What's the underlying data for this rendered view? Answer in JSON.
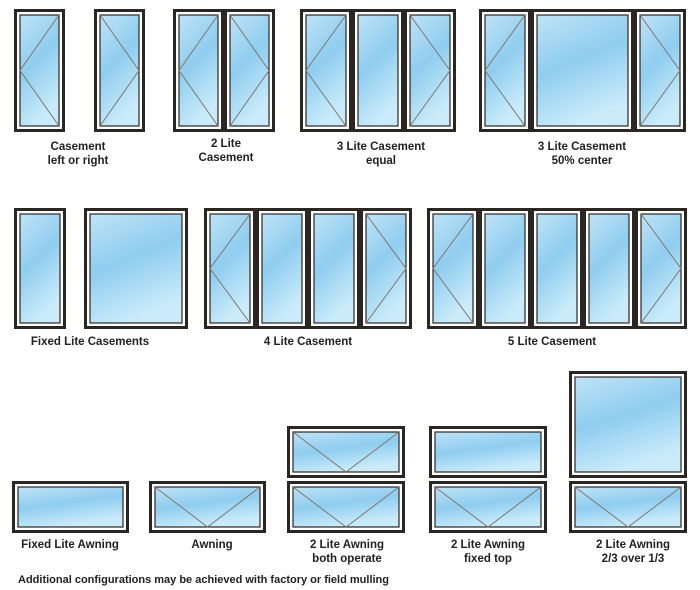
{
  "colors": {
    "frame": "#2b2622",
    "sash_line": "#7d7670",
    "glass_top": "#bfe3f6",
    "glass_mid": "#8fcdef",
    "glass_bottom": "#c9ebfa",
    "text": "#222222"
  },
  "labels": {
    "casement": [
      "Casement",
      "left or right"
    ],
    "two_lite_casement": [
      "2 Lite",
      "Casement"
    ],
    "three_lite_equal": [
      "3 Lite Casement",
      "equal"
    ],
    "three_lite_center": [
      "3 Lite Casement",
      "50% center"
    ],
    "fixed_lite_casements": [
      "Fixed Lite Casements"
    ],
    "four_lite_casement": [
      "4 Lite Casement"
    ],
    "five_lite_casement": [
      "5 Lite Casement"
    ],
    "fixed_lite_awning": [
      "Fixed Lite Awning"
    ],
    "awning": [
      "Awning"
    ],
    "two_lite_awning_both": [
      "2 Lite Awning",
      "both operate"
    ],
    "two_lite_awning_fixed_top": [
      "2 Lite Awning",
      "fixed top"
    ],
    "two_lite_awning_two_thirds": [
      "2 Lite Awning",
      "2/3 over 1/3"
    ]
  },
  "footer": "Additional configurations may be achieved with factory or field mulling"
}
